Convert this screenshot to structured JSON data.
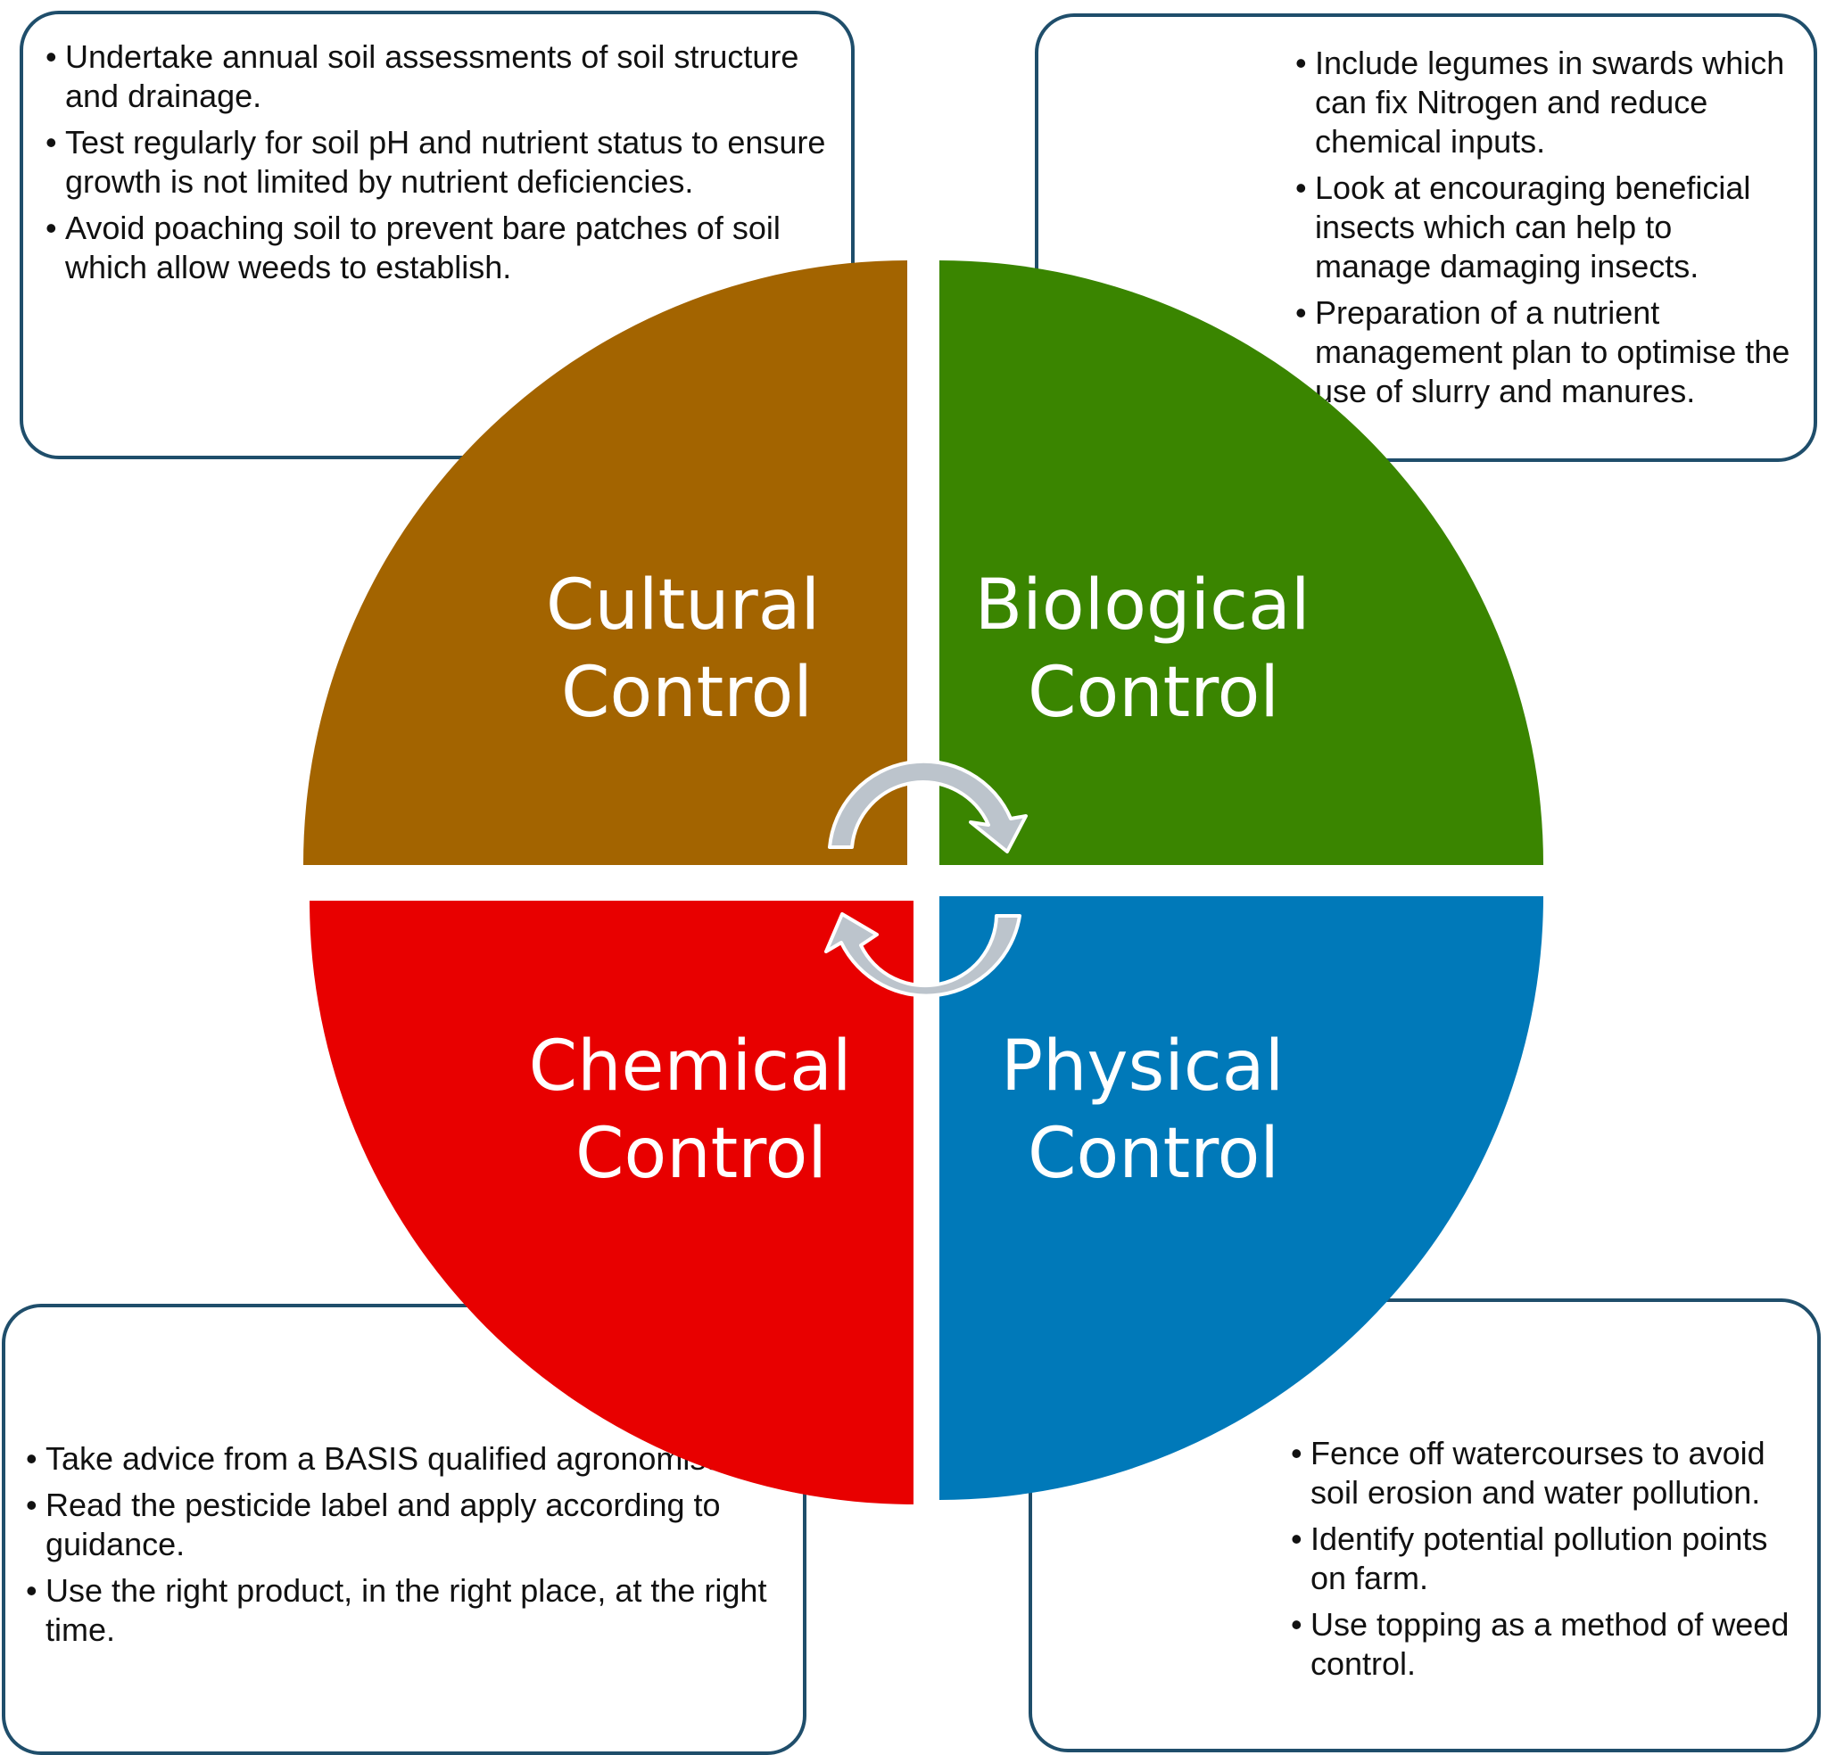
{
  "quadrants": {
    "cultural": {
      "line1": "Cultural",
      "line2": "Control",
      "color": "#a36400"
    },
    "biological": {
      "line1": "Biological",
      "line2": "Control",
      "color": "#3a8500"
    },
    "chemical": {
      "line1": "Chemical",
      "line2": "Control",
      "color": "#e80000"
    },
    "physical": {
      "line1": "Physical",
      "line2": "Control",
      "color": "#0079b9"
    }
  },
  "boxes": {
    "cultural": {
      "bullets": [
        "Undertake annual soil assessments of soil structure and drainage.",
        "Test regularly for soil pH and nutrient status to ensure growth is not limited by nutrient deficiencies.",
        "Avoid poaching soil to prevent bare patches of soil which allow weeds to establish."
      ]
    },
    "biological": {
      "bullets": [
        "Include legumes in swards which can fix Nitrogen and reduce chemical inputs.",
        "Look at encouraging beneficial insects which can help to manage damaging insects.",
        "Preparation of a nutrient management plan to optimise the use of slurry and manures."
      ]
    },
    "chemical": {
      "bullets": [
        "Take advice from a BASIS qualified agronomist.",
        "Read the pesticide label and apply according to guidance.",
        "Use the right product, in the right place, at the right time."
      ]
    },
    "physical": {
      "bullets": [
        "Fence off watercourses to avoid soil erosion and water pollution.",
        "Identify potential pollution points on farm.",
        "Use topping as a method of weed control."
      ]
    }
  },
  "colors": {
    "box_border": "#1f4e6b",
    "arrow_fill": "#bcc4cc",
    "arrow_stroke": "#ffffff"
  }
}
